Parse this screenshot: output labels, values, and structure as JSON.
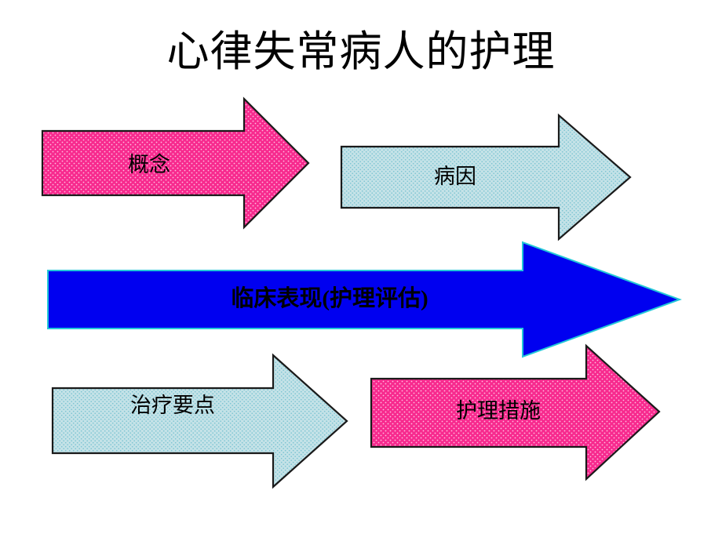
{
  "slide": {
    "title": "心律失常病人的护理",
    "background": "#ffffff"
  },
  "palette": {
    "pink_fill": "#f72a8e",
    "pink_pattern_dot": "#ffc0e2",
    "pink_stroke": "#1a1a1a",
    "lightblue_fill": "#bfdfe4",
    "lightblue_pattern_dot": "#7fc6d4",
    "lightblue_stroke": "#1a1a1a",
    "blue_fill": "#0000f0",
    "blue_stroke": "#00c8d8",
    "text_color": "#000000"
  },
  "arrows": [
    {
      "id": "concept",
      "label": "概念",
      "color_name": "pink",
      "direction": "right",
      "row": 1,
      "column": "left"
    },
    {
      "id": "etiology",
      "label": "病因",
      "color_name": "light-blue",
      "direction": "right",
      "row": 1,
      "column": "right"
    },
    {
      "id": "clinical-manifestation",
      "label": "临床表现(护理评估)",
      "color_name": "blue",
      "direction": "right",
      "row": 2,
      "column": "full"
    },
    {
      "id": "treatment-points",
      "label": "治疗要点",
      "color_name": "light-blue",
      "direction": "right",
      "row": 3,
      "column": "left"
    },
    {
      "id": "nursing-measures",
      "label": "护理措施",
      "color_name": "pink",
      "direction": "right",
      "row": 3,
      "column": "right"
    }
  ]
}
